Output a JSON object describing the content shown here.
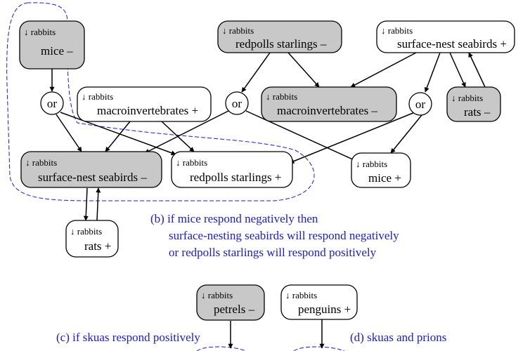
{
  "nodes": {
    "mice_top": {
      "prefix": "↓ rabbits",
      "label": "mice –"
    },
    "redpolls_top": {
      "prefix": "↓ rabbits",
      "label": "redpolls starlings –"
    },
    "seabirds_top": {
      "prefix": "↓ rabbits",
      "label": "surface-nest seabirds +"
    },
    "macro_white": {
      "prefix": "↓ rabbits",
      "label": "macroinvertebrates +"
    },
    "macro_gray": {
      "prefix": "↓ rabbits",
      "label": "macroinvertebrates –"
    },
    "rats_top": {
      "prefix": "↓ rabbits",
      "label": "rats –"
    },
    "seabirds_mid": {
      "prefix": "↓ rabbits",
      "label": "surface-nest seabirds –"
    },
    "redpolls_mid": {
      "prefix": "↓ rabbits",
      "label": "redpolls starlings +"
    },
    "mice_mid": {
      "prefix": "↓ rabbits",
      "label": "mice +"
    },
    "rats_bottom": {
      "prefix": "↓ rabbits",
      "label": "rats +"
    },
    "petrels": {
      "prefix": "↓ rabbits",
      "label": "petrels –"
    },
    "penguins": {
      "prefix": "↓ rabbits",
      "label": "penguins +"
    }
  },
  "or_label": "or",
  "annotations": {
    "b_line1": "(b) if mice respond negatively then",
    "b_line2": "surface-nesting seabirds will respond negatively",
    "b_line3": "or redpolls starlings will respond positively",
    "c_line1": "(c) if skuas respond positively",
    "d_line1": "(d) skuas and prions"
  },
  "colors": {
    "annotation": "#1a1adc",
    "negative_fill": "#c8c8c8",
    "positive_fill": "#ffffff"
  }
}
